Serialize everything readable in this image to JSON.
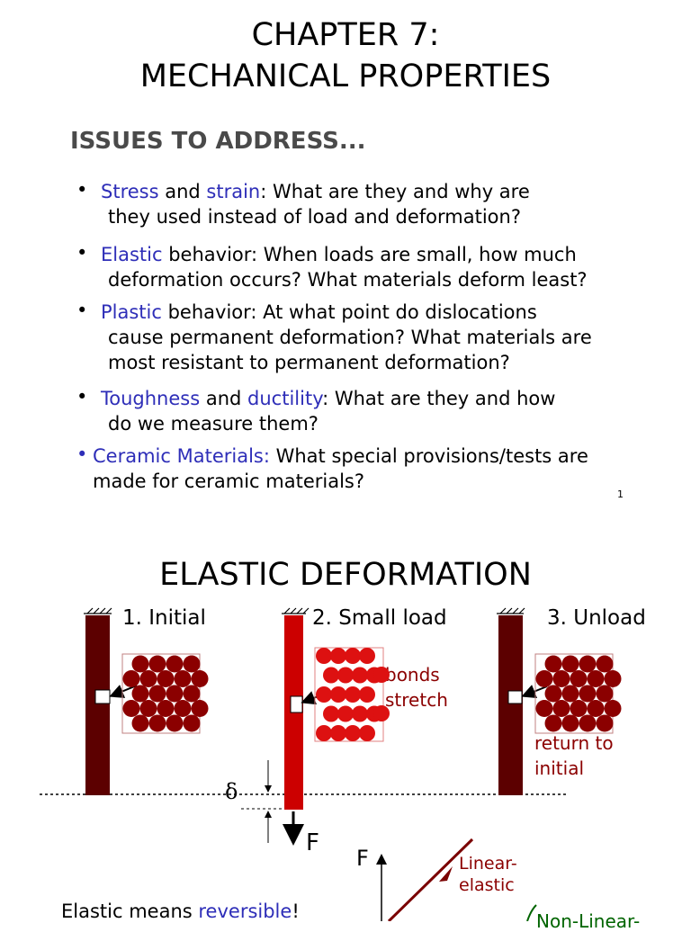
{
  "slide1": {
    "title_line1": "CHAPTER 7:",
    "title_line2": "MECHANICAL PROPERTIES",
    "issues_heading": "ISSUES TO ADDRESS...",
    "bullets": [
      {
        "kw1": "Stress",
        "mid": " and ",
        "kw2": "strain",
        "rest1": ":  What are they and why are",
        "rest2": "they used instead of load and deformation?"
      },
      {
        "kw1": "Elastic",
        "rest1": " behavior:  When loads are small, how much",
        "rest2": "deformation occurs?  What materials deform least?"
      },
      {
        "kw1": "Plastic",
        "rest1": " behavior:  At what point do dislocations",
        "rest2": "cause permanent deformation?  What materials are",
        "rest3": "most resistant to permanent deformation?"
      },
      {
        "kw1": "Toughness",
        "mid": " and ",
        "kw2": "ductility",
        "rest1": ":  What are they and how",
        "rest2": "do we measure them?"
      },
      {
        "kw1": "Ceramic Materials:",
        "rest1": " What special provisions/tests are",
        "rest2": "made for ceramic materials?"
      }
    ],
    "page_number": "1"
  },
  "slide2": {
    "title": "ELASTIC DEFORMATION",
    "stage1": "1. Initial",
    "stage2": "2. Small load",
    "stage3": "3. Unload",
    "bonds_line1": "bonds",
    "bonds_line2": "stretch",
    "return_line1": "return to",
    "return_line2": "initial",
    "delta": "δ",
    "force": "F",
    "graph_f": "F",
    "linear_line1": "Linear-",
    "linear_line2": "elastic",
    "nonlinear": "Non-Linear-",
    "elastic_means": "Elastic means ",
    "reversible": "reversible",
    "exclaim": "!"
  },
  "colors": {
    "keyword": "#2e2eb8",
    "dark_bar": "#5c0000",
    "loaded_bar": "#cc0000",
    "atom_dark": "#8b0000",
    "atom_red": "#dd1111",
    "annotation": "#8b0000",
    "nonlinear": "#006400"
  }
}
